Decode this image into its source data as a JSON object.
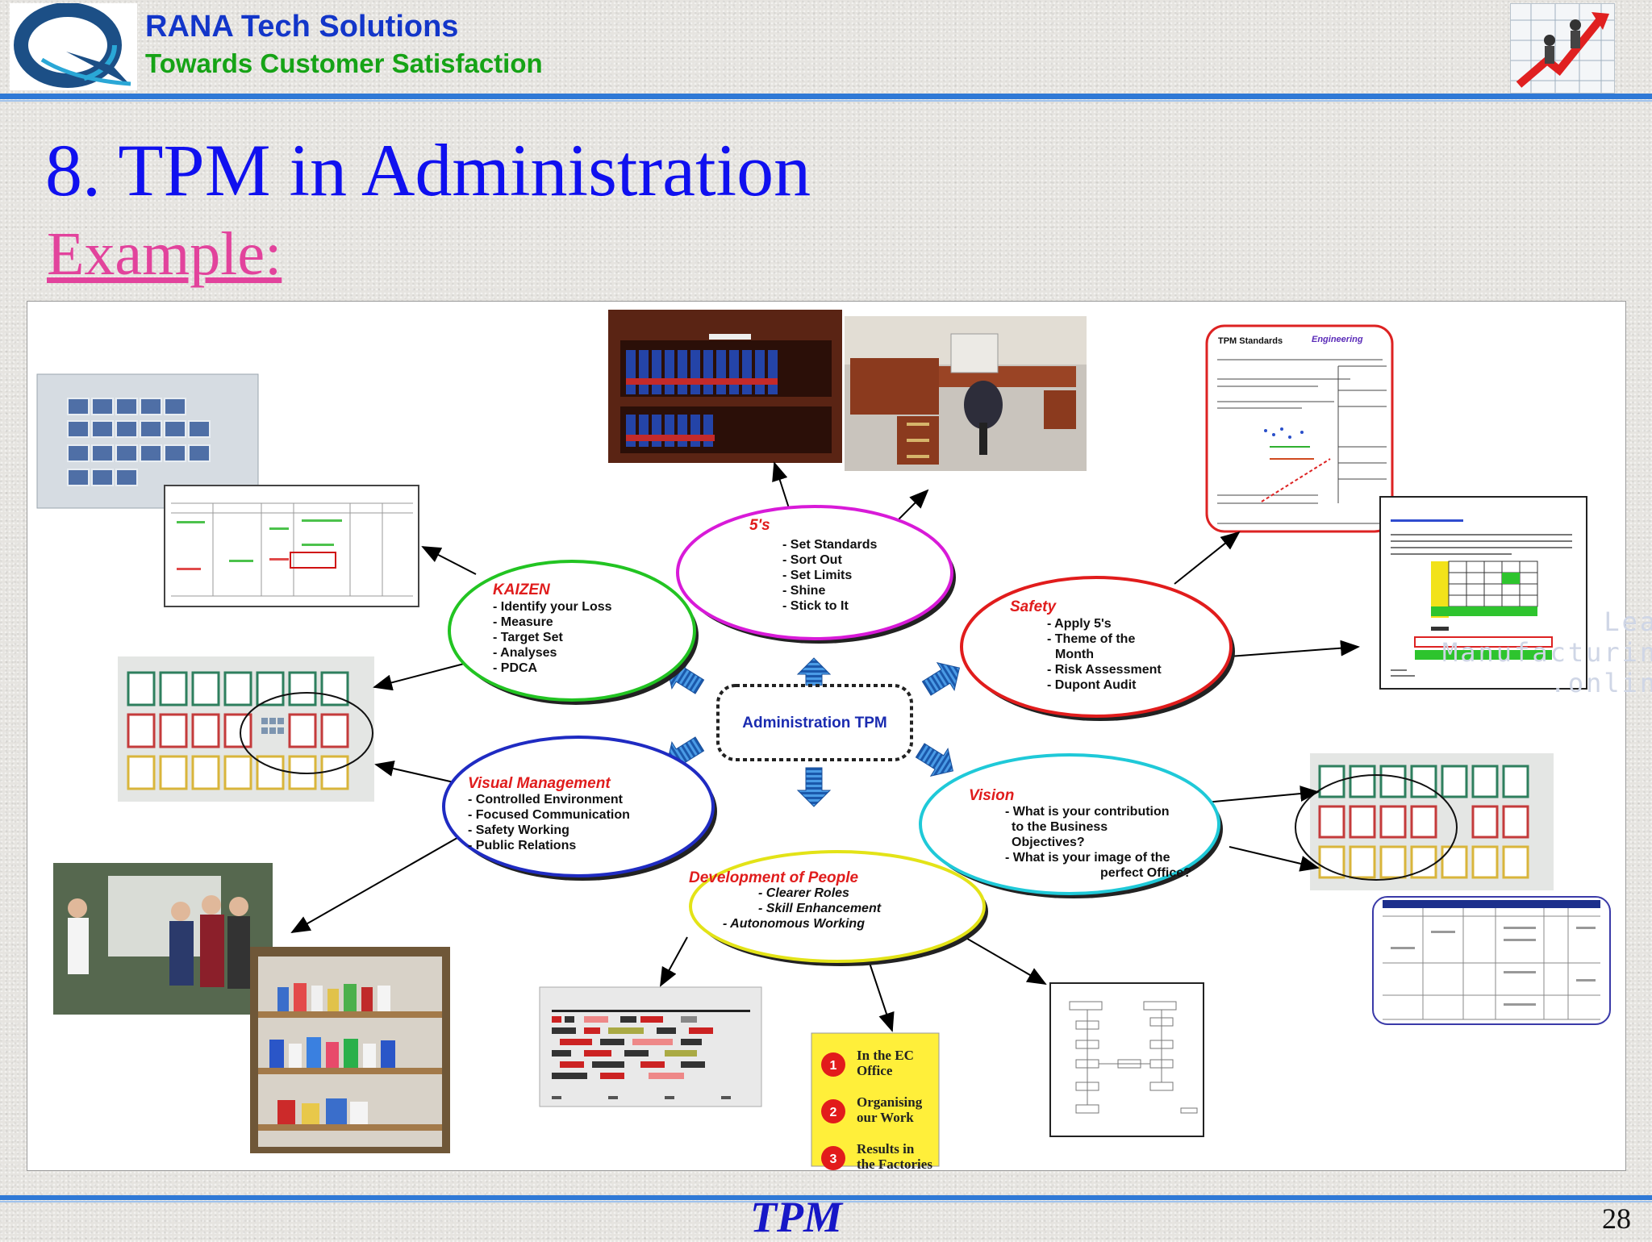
{
  "header": {
    "company": "RANA Tech Solutions",
    "tagline": "Towards Customer Satisfaction"
  },
  "slide": {
    "title": "8. TPM in Administration",
    "subtitle": "Example:"
  },
  "diagram": {
    "center": "Administration TPM",
    "watermark": [
      "Lean",
      "Manufacturing",
      ".online"
    ],
    "nodes": {
      "fives": {
        "title": "5's",
        "color": "#d81ad8",
        "items": [
          "- Set Standards",
          "- Sort Out",
          "- Set Limits",
          "- Shine",
          "- Stick to It"
        ]
      },
      "kaizen": {
        "title": "KAIZEN",
        "color": "#22c422",
        "items": [
          "- Identify your Loss",
          "- Measure",
          "- Target Set",
          "- Analyses",
          "- PDCA"
        ]
      },
      "safety": {
        "title": "Safety",
        "color": "#e11c1c",
        "items": [
          "- Apply 5's",
          "- Theme of the",
          "Month",
          "- Risk Assessment",
          "- Dupont Audit"
        ]
      },
      "visual": {
        "title": "Visual Management",
        "color": "#1f2bc2",
        "items": [
          "- Controlled Environment",
          "- Focused Communication",
          "- Safety Working",
          "- Public Relations"
        ]
      },
      "vision": {
        "title": "Vision",
        "color": "#1fc9d8",
        "items": [
          "- What is your contribution",
          "to  the Business",
          "Objectives?",
          "- What is your image of the",
          "perfect Office?"
        ]
      },
      "people": {
        "title": "Development of People",
        "color": "#e3e317",
        "items": [
          "- Clearer Roles",
          "- Skill Enhancement",
          "- Autonomous Working"
        ]
      }
    },
    "sticky": {
      "items": [
        {
          "num": "1",
          "text": [
            "In the EC",
            "Office"
          ]
        },
        {
          "num": "2",
          "text": [
            "Organising",
            "our Work"
          ]
        },
        {
          "num": "3",
          "text": [
            "Results in",
            "the Factories"
          ]
        }
      ]
    },
    "doc_labels": {
      "tpm_standards": "TPM Standards",
      "engineering": "Engineering"
    }
  },
  "footer": {
    "label": "TPM",
    "page": "28"
  }
}
